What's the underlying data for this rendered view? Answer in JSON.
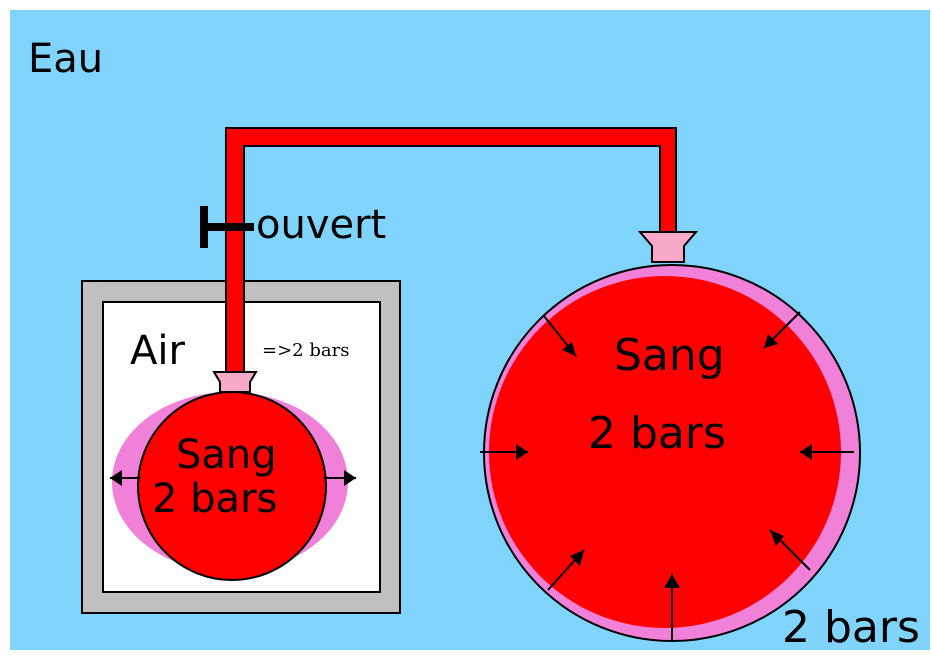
{
  "labels": {
    "water": "Eau",
    "valve_state": "ouvert",
    "air": "Air",
    "air_pressure": "=>2 bars",
    "small_balloon_line1": "Sang",
    "small_balloon_line2": "2 bars",
    "large_balloon_line1": "Sang",
    "large_balloon_line2": "2 bars",
    "outside_pressure": "2 bars"
  },
  "colors": {
    "water": "#80d4fc",
    "blood": "#ff0000",
    "balloon_membrane": "#f080d8",
    "nozzle": "#f8a8c8",
    "box_frame": "#c0c0c0",
    "box_inner": "#ffffff"
  }
}
